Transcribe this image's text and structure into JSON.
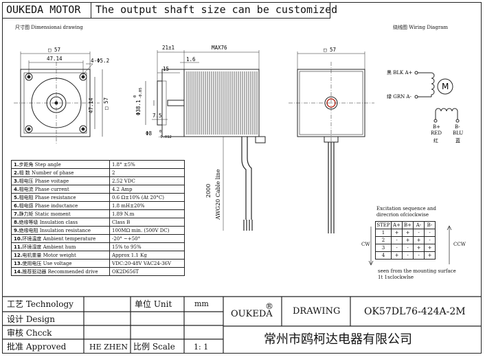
{
  "header": {
    "brand": "OUKEDA MOTOR",
    "slogan": "The output shaft size can be customized"
  },
  "labels": {
    "dimensional": "尺寸图 Dimensionai drawing",
    "wiring": "绕线图 Wiring Diagram"
  },
  "dims": {
    "sq57_a": "□ 57",
    "d4714_a": "47.14",
    "holes": "4-Φ5.2",
    "d4714_b": "47.14",
    "sq57_b": "□ 57",
    "d21": "21±1",
    "max76": "MAX76",
    "d16": "1.6",
    "d15": "15",
    "d75": "7.5",
    "phi38": "Φ38.1",
    "phi38_tol": "0",
    "phi38_tol2": "-0.05",
    "phi8": "Φ8",
    "phi8_tol": "0",
    "phi8_tol2": "-0.012",
    "sq57_c": "□ 57",
    "cable_len": "2000",
    "cable": "AWG20 Cable line"
  },
  "wiring": {
    "a_plus": "黑 BLK A+",
    "a_minus": "绿 GRN A-",
    "motor": "M",
    "b_plus": "B+",
    "b_minus": "B-",
    "red": "RED",
    "blu": "BLU",
    "hong": "红",
    "lan": "蓝"
  },
  "specs": [
    {
      "n": "1.",
      "k": "步距角 Step angle",
      "v": "1.8° ±5%"
    },
    {
      "n": "2.",
      "k": "相  数 Number of phase",
      "v": "2"
    },
    {
      "n": "3.",
      "k": "相电压 Phase voitage",
      "v": "2.52 VDC"
    },
    {
      "n": "4.",
      "k": "相电流 Phase current",
      "v": "4.2 Amp"
    },
    {
      "n": "5.",
      "k": "相电阻 Phase resistance",
      "v": "0.6 Ω±10% (At 20°C)"
    },
    {
      "n": "6.",
      "k": "相电感 Phase inductance",
      "v": "1.8 mH±20%"
    },
    {
      "n": "7.",
      "k": "静力矩 Static moment",
      "v": "1.89 N.m"
    },
    {
      "n": "8.",
      "k": "绝缘等级 Insulation class",
      "v": "Class B"
    },
    {
      "n": "9.",
      "k": "绝缘电阻 Insulation resistance",
      "v": "100MΩ min. (500V DC)"
    },
    {
      "n": "10.",
      "k": "环境温度 Ambient temperature",
      "v": "-20° ~+50°"
    },
    {
      "n": "11.",
      "k": "环境湿度 Ambient hum",
      "v": "15% to 95%"
    },
    {
      "n": "12.",
      "k": "电机重量 Motor weight",
      "v": "Approx 1.1 Kg"
    },
    {
      "n": "13.",
      "k": "使用电压 Use voltage",
      "v": "VDC:20-48V VAC24-36V"
    },
    {
      "n": "14.",
      "k": "推荐驱动器 Recommended drive",
      "v": "OK2D656T"
    }
  ],
  "excitation": {
    "title": "Excitation sequence and direcrion ofciockwise",
    "header": [
      "STEP",
      "A+",
      "B+",
      "A-",
      "B-"
    ],
    "rows": [
      [
        "1",
        "+",
        "+",
        "-",
        "-"
      ],
      [
        "2",
        "-",
        "+",
        "+",
        "-"
      ],
      [
        "3",
        "-",
        "-",
        "+",
        "+"
      ],
      [
        "4",
        "+",
        "-",
        "-",
        "+"
      ]
    ],
    "cw": "CW",
    "ccw": "CCW",
    "note": "seen from the mounting surface 1t 1sclockwlse"
  },
  "titleblock": {
    "technology": "工艺 Technology",
    "unit_label": "单位 Unit",
    "unit": "mm",
    "design": "设计 Design",
    "check": "审核 Chcck",
    "approved": "批准 Approved",
    "approver": "HE ZHEN",
    "scale_label": "比例 Scale",
    "scale": "1: 1",
    "brand": "OUKEDA",
    "reg": "®",
    "drawing": "DRAWING",
    "model": "OK57DL76-424A-2M",
    "company": "常州市鸥柯达电器有限公司"
  }
}
